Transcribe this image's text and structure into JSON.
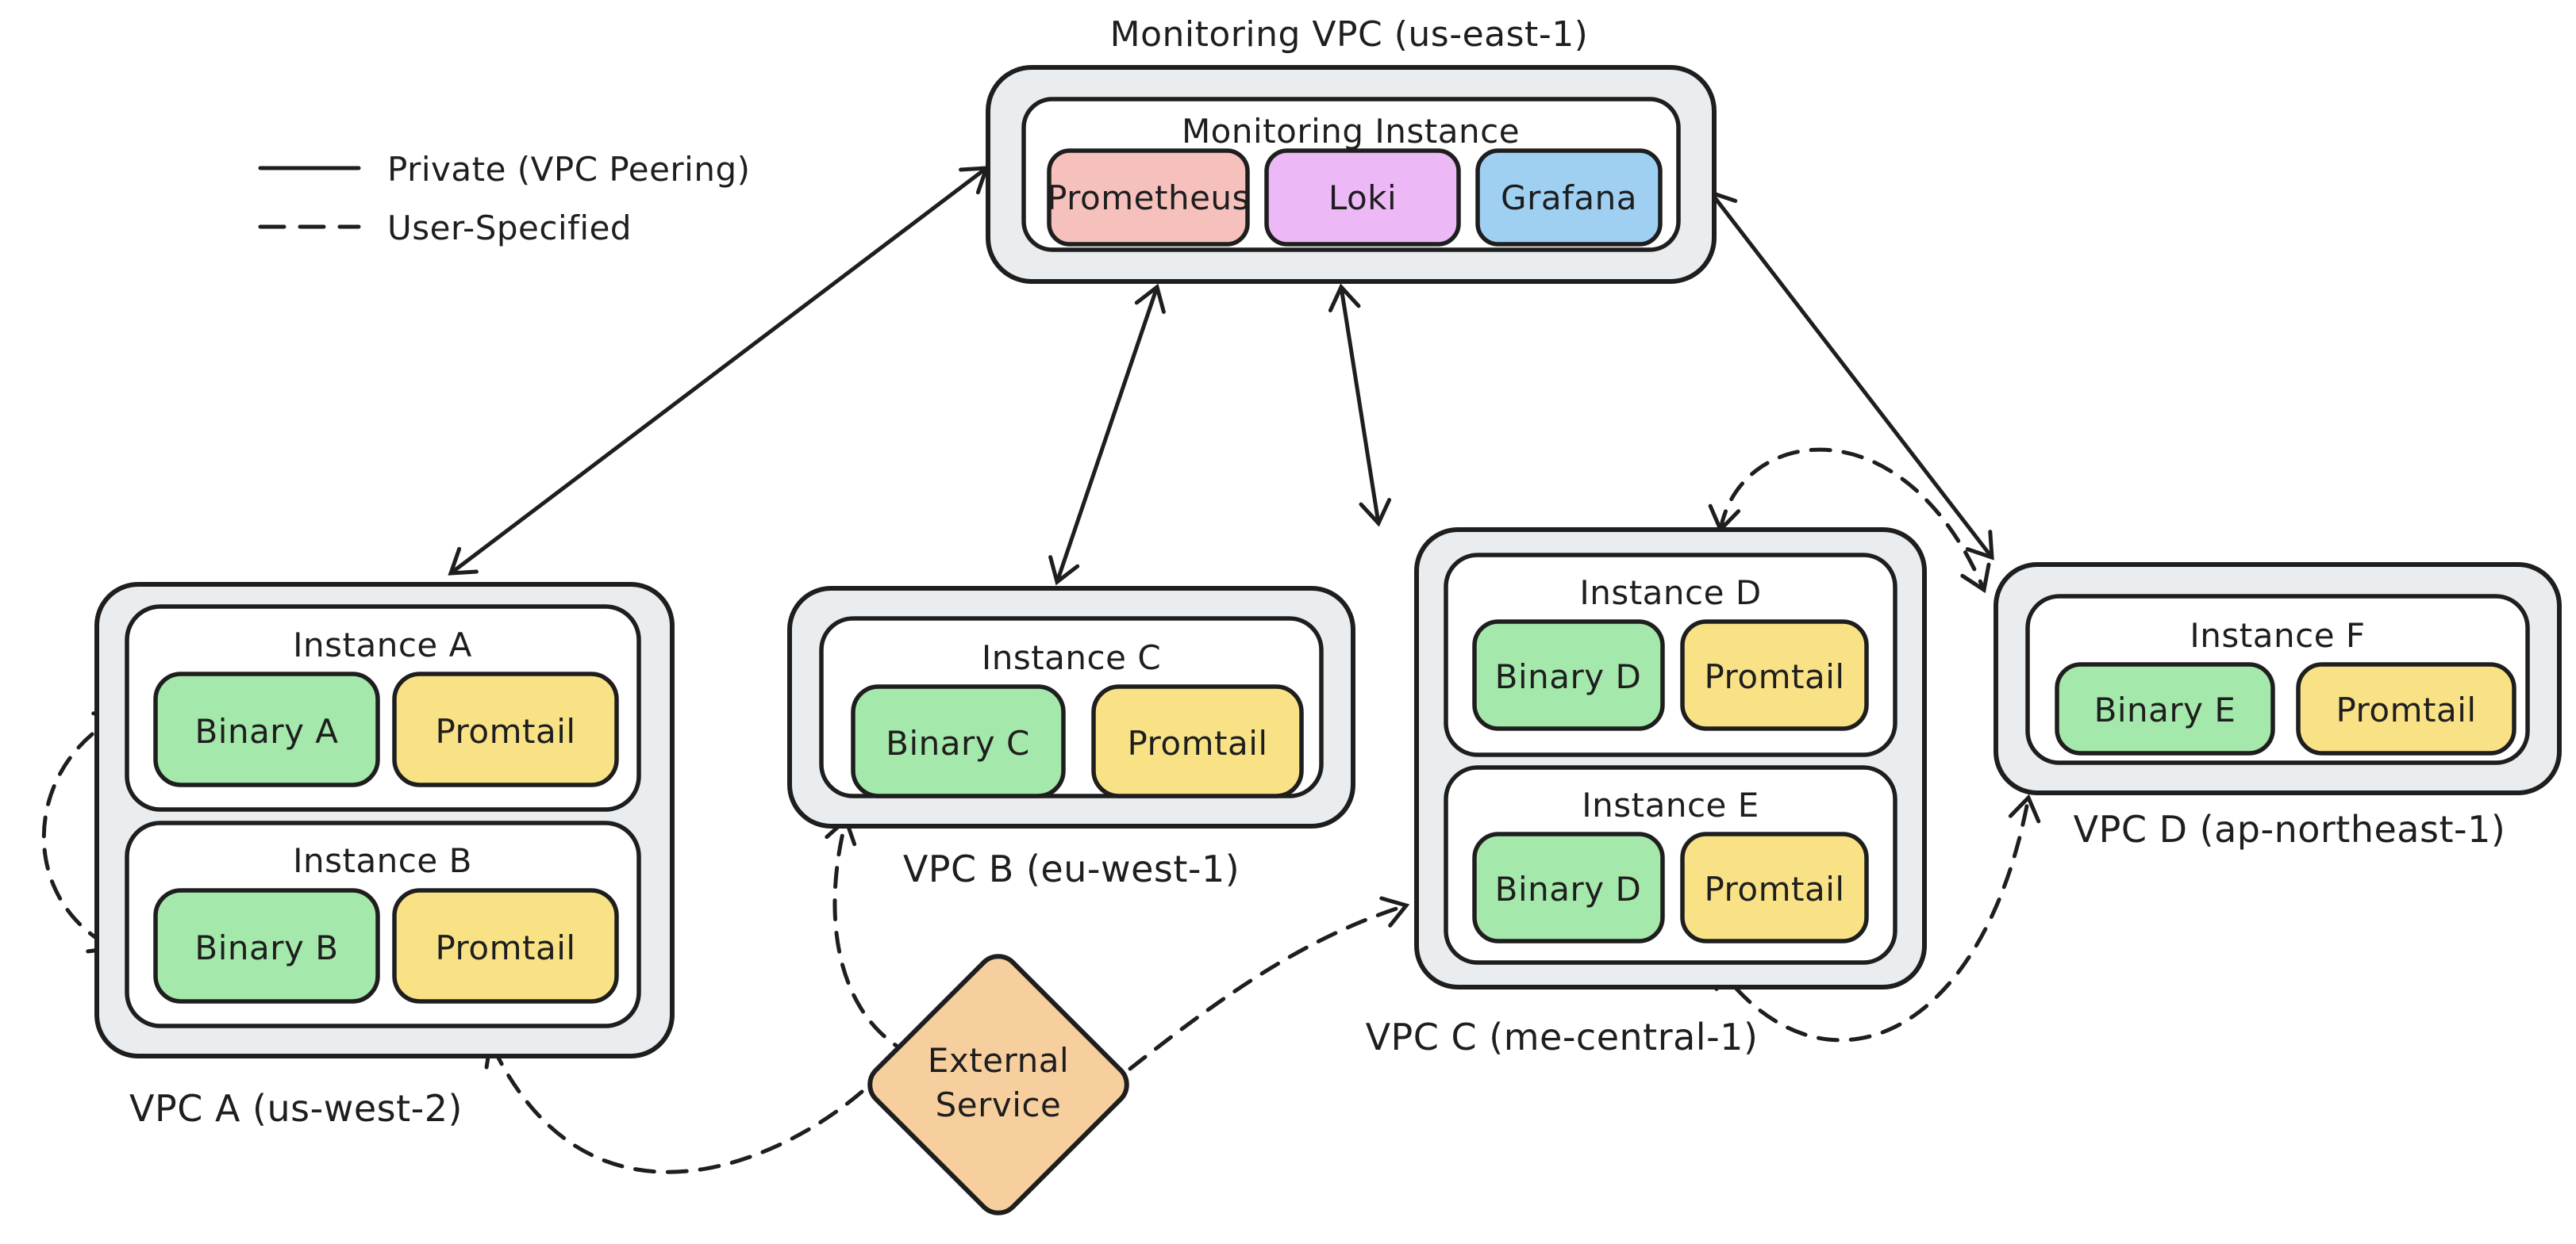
{
  "legend": {
    "items": [
      {
        "style": "solid",
        "label": "Private (VPC Peering)"
      },
      {
        "style": "dashed",
        "label": "User-Specified"
      }
    ]
  },
  "monitoring_vpc": {
    "label": "Monitoring VPC (us-east-1)",
    "instance": {
      "label": "Monitoring Instance",
      "services": [
        {
          "label": "Prometheus"
        },
        {
          "label": "Loki"
        },
        {
          "label": "Grafana"
        }
      ]
    }
  },
  "vpcs": [
    {
      "label": "VPC A (us-west-2)",
      "instances": [
        {
          "label": "Instance A",
          "components": [
            {
              "label": "Binary A"
            },
            {
              "label": "Promtail"
            }
          ]
        },
        {
          "label": "Instance B",
          "components": [
            {
              "label": "Binary B"
            },
            {
              "label": "Promtail"
            }
          ]
        }
      ]
    },
    {
      "label": "VPC B (eu-west-1)",
      "instances": [
        {
          "label": "Instance C",
          "components": [
            {
              "label": "Binary C"
            },
            {
              "label": "Promtail"
            }
          ]
        }
      ]
    },
    {
      "label": "VPC C (me-central-1)",
      "instances": [
        {
          "label": "Instance D",
          "components": [
            {
              "label": "Binary D"
            },
            {
              "label": "Promtail"
            }
          ]
        },
        {
          "label": "Instance E",
          "components": [
            {
              "label": "Binary D"
            },
            {
              "label": "Promtail"
            }
          ]
        }
      ]
    },
    {
      "label": "VPC D (ap-northeast-1)",
      "instances": [
        {
          "label": "Instance F",
          "components": [
            {
              "label": "Binary E"
            },
            {
              "label": "Promtail"
            }
          ]
        }
      ]
    }
  ],
  "external_service": {
    "line1": "External",
    "line2": "Service"
  },
  "connections": [
    {
      "from": "Monitoring Instance",
      "to": "VPC A",
      "type": "private-vpc-peering",
      "arrows": "both"
    },
    {
      "from": "Monitoring Instance",
      "to": "VPC B",
      "type": "private-vpc-peering",
      "arrows": "both"
    },
    {
      "from": "Monitoring Instance",
      "to": "VPC C",
      "type": "private-vpc-peering",
      "arrows": "both"
    },
    {
      "from": "Monitoring Instance",
      "to": "VPC D",
      "type": "private-vpc-peering",
      "arrows": "both"
    },
    {
      "from": "Instance A",
      "to": "Instance B",
      "type": "user-specified",
      "arrows": "both"
    },
    {
      "from": "External Service",
      "to": "VPC A",
      "type": "user-specified",
      "arrows": "end"
    },
    {
      "from": "External Service",
      "to": "VPC B",
      "type": "user-specified",
      "arrows": "end"
    },
    {
      "from": "External Service",
      "to": "VPC C",
      "type": "user-specified",
      "arrows": "end"
    },
    {
      "from": "VPC C",
      "to": "VPC D",
      "type": "user-specified",
      "arrows": "both"
    },
    {
      "from": "Instance E",
      "to": "VPC D",
      "type": "user-specified",
      "arrows": "both"
    }
  ],
  "colors": {
    "stroke": "#1e1e1e",
    "vpc_fill": "#eaedf0",
    "instance_fill": "#ffffff",
    "binary_fill": "#a5e8ab",
    "promtail_fill": "#f9e286",
    "prometheus_fill": "#f6c1bc",
    "loki_fill": "#ecb8f5",
    "grafana_fill": "#9fd0f2",
    "external_fill": "#f7cf9e"
  }
}
